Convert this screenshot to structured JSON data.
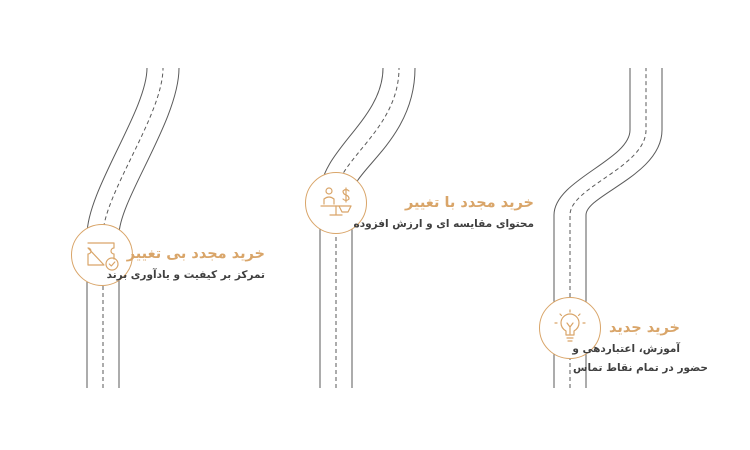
{
  "colors": {
    "accent": "#d9a569",
    "road": "#5a5a5a",
    "text": "#3f3f3f",
    "background": "#ffffff"
  },
  "stages": [
    {
      "id": "rebuy-no-change",
      "title": "خرید مجدد بی تغییر",
      "lines": [
        "تمرکز بر کیفیت و یادآوری برند"
      ],
      "icon": "ticket-check-icon"
    },
    {
      "id": "rebuy-with-change",
      "title": "خرید مجدد با تغییر",
      "lines": [
        "محتوای مقایسه ای و ارزش افزوده"
      ],
      "icon": "person-scale-icon"
    },
    {
      "id": "new-purchase",
      "title": "خرید جدید",
      "lines": [
        "آموزش، اعتباردهی و",
        "حضور در تمام نقاط تماس"
      ],
      "icon": "lightbulb-icon"
    }
  ]
}
